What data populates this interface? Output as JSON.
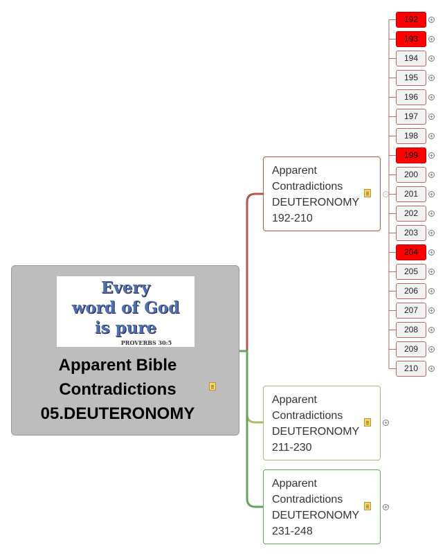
{
  "central": {
    "image_lines": [
      "Every",
      "word of God",
      "is pure"
    ],
    "image_ref": "PROVERBS 30:5",
    "title_lines": [
      "Apparent Bible",
      "Contradictions",
      "05.DEUTERONOMY"
    ]
  },
  "topics": [
    {
      "lines": [
        "Apparent",
        "Contradictions",
        "DEUTERONOMY",
        "192-210"
      ],
      "color": "#b4554f",
      "expanded": true
    },
    {
      "lines": [
        "Apparent",
        "Contradictions",
        "DEUTERONOMY",
        "211-230"
      ],
      "color": "#b1b66e",
      "expanded": false
    },
    {
      "lines": [
        "Apparent",
        "Contradictions",
        "DEUTERONOMY",
        "231-248"
      ],
      "color": "#5fa65f",
      "expanded": false
    }
  ],
  "leaves": [
    {
      "label": "192",
      "highlight": true
    },
    {
      "label": "193",
      "highlight": true
    },
    {
      "label": "194",
      "highlight": false
    },
    {
      "label": "195",
      "highlight": false
    },
    {
      "label": "196",
      "highlight": false
    },
    {
      "label": "197",
      "highlight": false
    },
    {
      "label": "198",
      "highlight": false
    },
    {
      "label": "199",
      "highlight": true
    },
    {
      "label": "200",
      "highlight": false
    },
    {
      "label": "201",
      "highlight": false
    },
    {
      "label": "202",
      "highlight": false
    },
    {
      "label": "203",
      "highlight": false
    },
    {
      "label": "204",
      "highlight": true
    },
    {
      "label": "205",
      "highlight": false
    },
    {
      "label": "206",
      "highlight": false
    },
    {
      "label": "207",
      "highlight": false
    },
    {
      "label": "208",
      "highlight": false
    },
    {
      "label": "209",
      "highlight": false
    },
    {
      "label": "210",
      "highlight": false
    }
  ],
  "colors": {
    "highlight": "#ff0000",
    "branch1": "#b4554f",
    "branch2": "#b1b66e",
    "branch3": "#5fa65f"
  }
}
